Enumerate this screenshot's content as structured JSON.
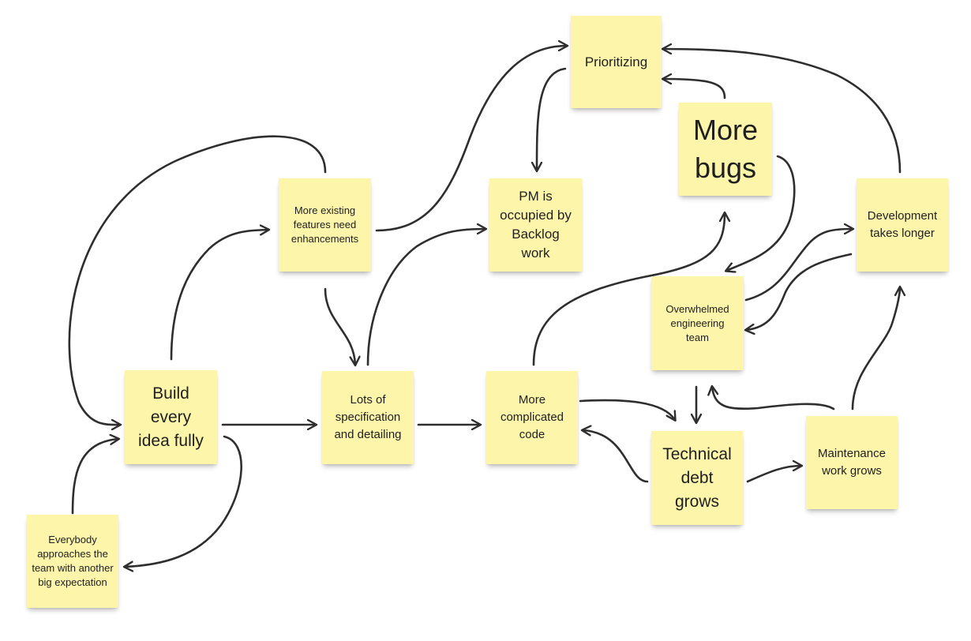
{
  "notes": {
    "prioritizing": "Prioritizing",
    "more_bugs": "More bugs",
    "enhancements": "More existing features need enhancements",
    "pm_occupied": "PM is occupied by Backlog work",
    "dev_longer": "Development takes longer",
    "overwhelmed": "Overwhelmed engineering team",
    "build": "Build every idea fully",
    "spec": "Lots of specification and detailing",
    "complicated": "More complicated code",
    "tech_debt": "Technical debt grows",
    "maintenance": "Maintenance work grows",
    "everybody": "Everybody approaches the team with another big expectation"
  },
  "colors": {
    "note": "#fdf5a9",
    "arrow": "#2e2e2e",
    "background": "#ffffff"
  }
}
